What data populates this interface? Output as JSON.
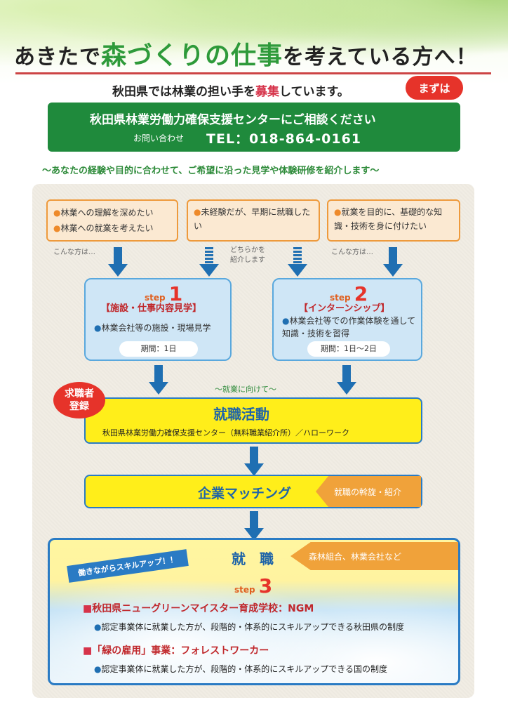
{
  "header": {
    "headline_a": "あきたで",
    "headline_b": "森づくりの仕事",
    "headline_c": "を考えている方へ！",
    "recruit_a": "秋田県では林業の担い手を",
    "recruit_em": "募集",
    "recruit_b": "しています。",
    "badge": "まずは",
    "consult_title": "秋田県林業労働力確保支援センターにご相談ください",
    "contact_label": "お問い合わせ",
    "tel": "TEL：018-864-0161",
    "subtitle": "～あなたの経験や目的に合わせて、ご希望に沿った見学や体験研修を紹介します～"
  },
  "targets": [
    {
      "lines": [
        "林業への理解を深めたい",
        "林業への就業を考えたい"
      ],
      "note": "こんな方は…"
    },
    {
      "lines": [
        "未経験だが、早期に就職したい"
      ],
      "note": "どちらかを紹介します"
    },
    {
      "lines": [
        "就業を目的に、基礎的な知識・技術を身に付けたい"
      ],
      "note": "こんな方は…"
    }
  ],
  "center_note_a": "どちらかを",
  "center_note_b": "紹介します",
  "step1": {
    "label": "step",
    "num": "1",
    "title": "【施設・仕事内容見学】",
    "item": "林業会社等の施設・現場見学",
    "period": "期間：1日"
  },
  "step2": {
    "label": "step",
    "num": "2",
    "title": "【インターンシップ】",
    "item": "林業会社等での作業体験を通して知識・技術を習得",
    "period": "期間：1日～2日"
  },
  "toward": "～就業に向けて～",
  "register": {
    "line1": "求職者",
    "line2": "登録"
  },
  "job_search": {
    "title": "就職活動",
    "desc": "秋田県林業労働力確保支援センター（無料職業紹介所）／ハローワーク"
  },
  "matching": {
    "title": "企業マッチング",
    "tag": "就職の斡旋・紹介"
  },
  "employment": {
    "title": "就　職",
    "tag": "森林組合、林業会社など",
    "skill": "働きながらスキルアップ！！",
    "step_label": "step",
    "step_num": "3"
  },
  "programs": [
    {
      "mark": "■",
      "title": "秋田県ニューグリーンマイスター育成学校：NGM",
      "desc": "認定事業体に就業した方が、段階的・体系的にスキルアップできる秋田県の制度"
    },
    {
      "mark": "■",
      "title": "「緑の雇用」事業：フォレストワーカー",
      "desc": "認定事業体に就業した方が、段階的・体系的にスキルアップできる国の制度"
    }
  ]
}
